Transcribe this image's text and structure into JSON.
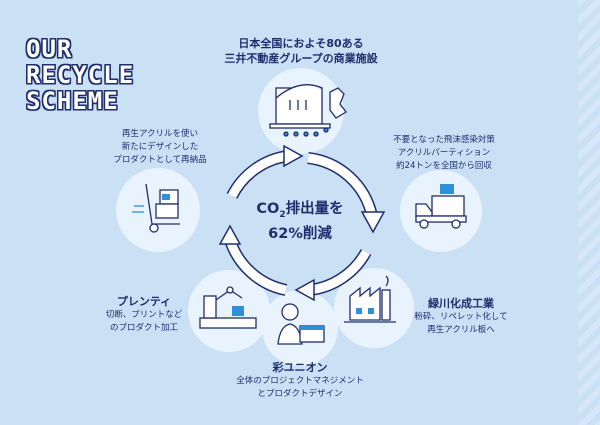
{
  "title": {
    "lines": [
      "OUR",
      "RECYCLE",
      "SCHEME"
    ]
  },
  "center": {
    "line1_pre": "CO",
    "line1_sub": "2",
    "line1_post": "排出量を",
    "line2": "62%削減"
  },
  "nodes": {
    "top": {
      "lines": [
        "日本全国におよそ80ある",
        "三井不動産グループの商業施設"
      ],
      "icon": "building-map-icon"
    },
    "right": {
      "lines": [
        "不要となった飛沫感染対策",
        "アクリルパーティション",
        "約24トンを全国から回収"
      ],
      "icon": "truck-icon"
    },
    "bottom_right": {
      "name": "緑川化成工業",
      "lines": [
        "粉砕、リペレット化して",
        "再生アクリル板へ"
      ],
      "icon": "factory-icon"
    },
    "bottom": {
      "name": "彩ユニオン",
      "lines": [
        "全体のプロジェクトマネジメント",
        "とプロダクトデザイン"
      ],
      "icon": "designer-icon"
    },
    "bottom_left": {
      "name": "プレンティ",
      "lines": [
        "切断、プリントなど",
        "のプロダクト加工"
      ],
      "icon": "robot-arm-icon"
    },
    "left": {
      "lines": [
        "再生アクリルを使い",
        "新たにデザインした",
        "プロダクトとして再納品"
      ],
      "icon": "hand-truck-icon"
    }
  },
  "colors": {
    "background": "#c9e0f5",
    "navy": "#1e2e6e",
    "node": "#e9f3fd",
    "accent": "#2f8fd8"
  }
}
